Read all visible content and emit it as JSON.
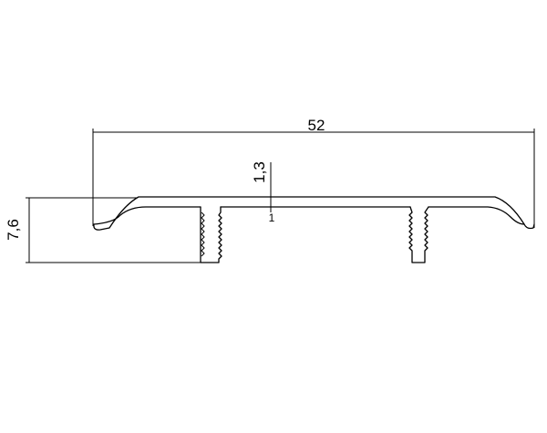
{
  "dimensions": {
    "width_label": "52",
    "height_label": "7,6",
    "thickness_label": "1,3",
    "section_mark": "1"
  },
  "colors": {
    "line": "#000000",
    "background": "#ffffff"
  }
}
